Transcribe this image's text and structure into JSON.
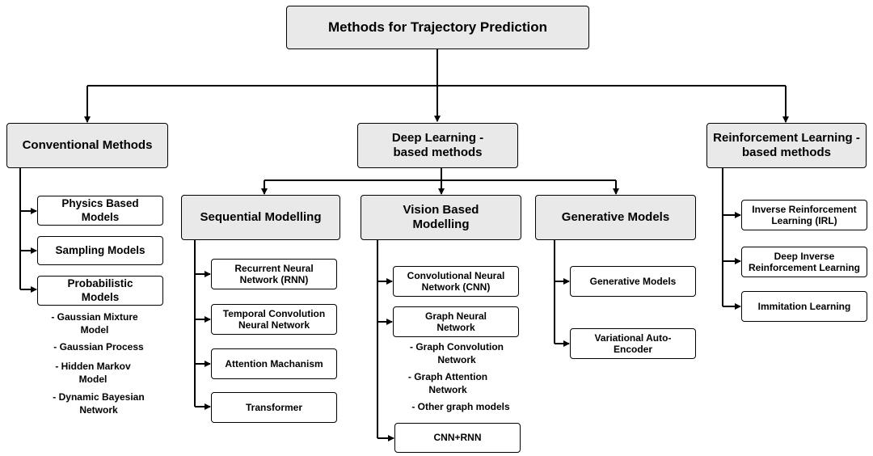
{
  "root": "Methods for Trajectory Prediction",
  "categories": {
    "conventional": "Conventional Methods",
    "deep": "Deep Learning - based methods",
    "rl": "Reinforcement Learning - based methods"
  },
  "conventional": {
    "physics": "Physics Based Models",
    "sampling": "Sampling Models",
    "probabilistic": "Probabilistic Models",
    "probabilistic_items": [
      "- Gaussian Mixture Model",
      "- Gaussian Process",
      "- Hidden Markov Model",
      "- Dynamic Bayesian Network"
    ]
  },
  "deep": {
    "sequential": {
      "title": "Sequential Modelling",
      "items": [
        "Recurrent Neural Network (RNN)",
        "Temporal Convolution Neural Network",
        "Attention Machanism",
        "Transformer"
      ]
    },
    "vision": {
      "title": "Vision Based Modelling",
      "cnn": "Convolutional Neural Network (CNN)",
      "gnn": "Graph Neural Network",
      "gnn_items": [
        "- Graph Convolution Network",
        "- Graph Attention Network",
        "- Other graph models"
      ],
      "cnn_rnn": "CNN+RNN"
    },
    "generative": {
      "title": "Generative Models",
      "items": [
        "Generative Models",
        "Variational Auto-Encoder"
      ]
    }
  },
  "rl": {
    "items": [
      "Inverse Reinforcement Learning (IRL)",
      "Deep Inverse Reinforcement Learning",
      "Immitation Learning"
    ]
  }
}
